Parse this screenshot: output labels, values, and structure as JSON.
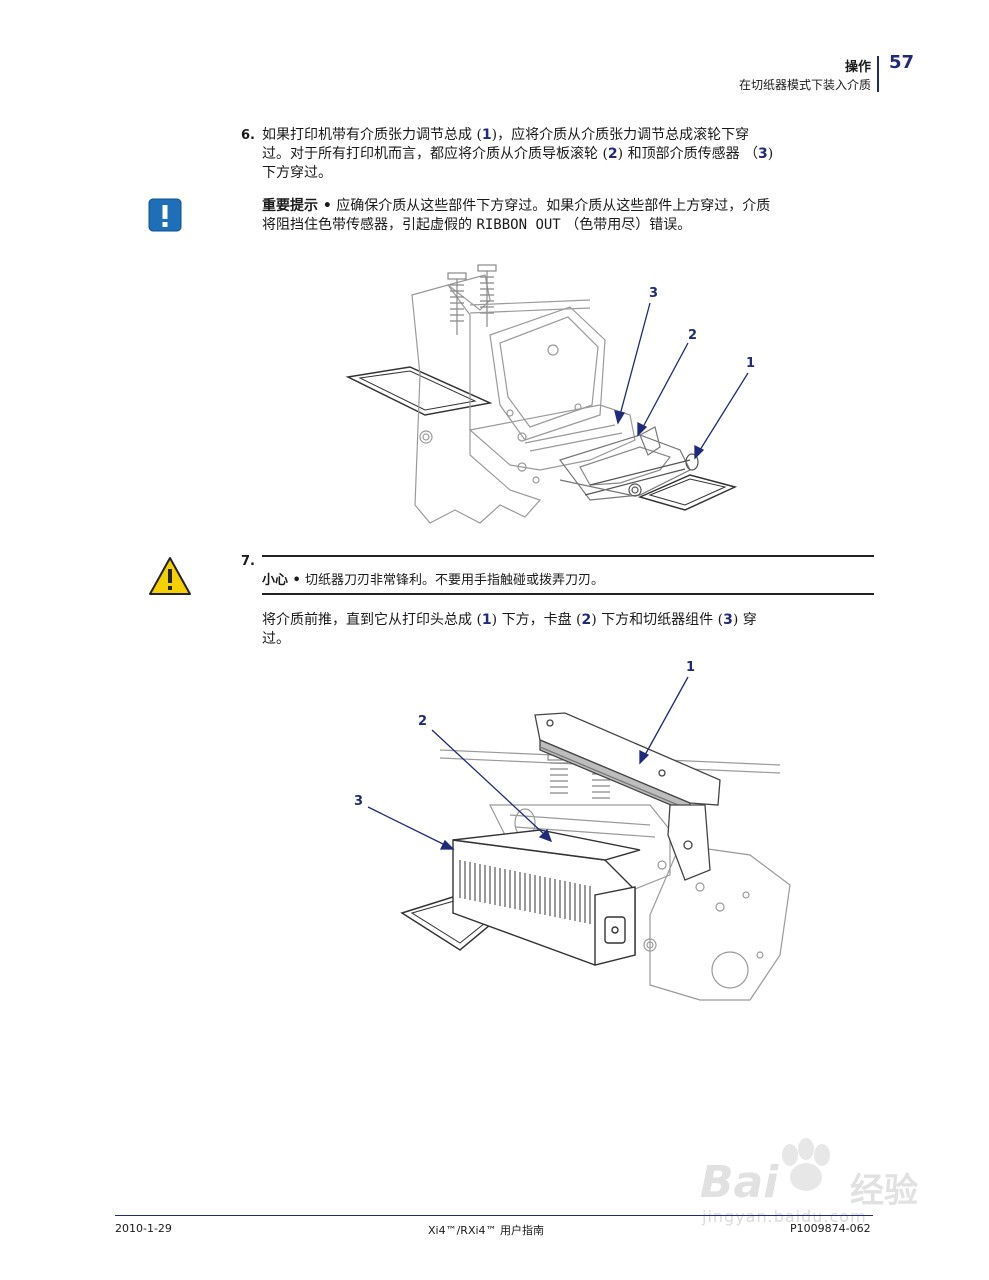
{
  "header": {
    "section": "操作",
    "subsection": "在切纸器模式下装入介质",
    "page_number": "57"
  },
  "step6": {
    "number": "6.",
    "line1_a": "如果打印机带有介质张力调节总成 (",
    "line1_r1": "1",
    "line1_b": ")，应将介质从介质张力调节总成滚轮下穿",
    "line2_a": "过。对于所有打印机而言，都应将介质从介质导板滚轮 (",
    "line2_r2": "2",
    "line2_b": ") 和顶部介质传感器 （",
    "line2_r3": "3",
    "line2_c": ")",
    "line3": "下方穿过。"
  },
  "important": {
    "label": "重要提示 •",
    "line1": " 应确保介质从这些部件下方穿过。如果介质从这些部件上方穿过，介质",
    "line2_a": "将阻挡住色带传感器，引起虚假的 ",
    "code": "RIBBON OUT",
    "line2_b": " （色带用尽）错误。"
  },
  "figure1": {
    "callouts": [
      "3",
      "2",
      "1"
    ]
  },
  "step7": {
    "number": "7.",
    "caution_label": "小心 •",
    "caution_text": " 切纸器刀刃非常锋利。不要用手指触碰或拨弄刀刃。",
    "line1_a": "将介质前推，直到它从打印头总成 (",
    "line1_r1": "1",
    "line1_b": ") 下方，卡盘 (",
    "line1_r2": "2",
    "line1_c": ") 下方和切纸器组件 (",
    "line1_r3": "3",
    "line1_d": ") 穿",
    "line2": "过。"
  },
  "figure2": {
    "callouts": [
      "1",
      "2",
      "3"
    ]
  },
  "footer": {
    "date": "2010-1-29",
    "title": "Xi4™/RXi4™ 用户指南",
    "part": "P1009874-062"
  },
  "watermark": {
    "brand": "Bai",
    "brand_cn": "经验",
    "url": "jingyan.baidu.com"
  },
  "colors": {
    "accent": "#1f2a7a",
    "important_icon": "#1e6fb8",
    "caution_icon": "#f5d000"
  }
}
